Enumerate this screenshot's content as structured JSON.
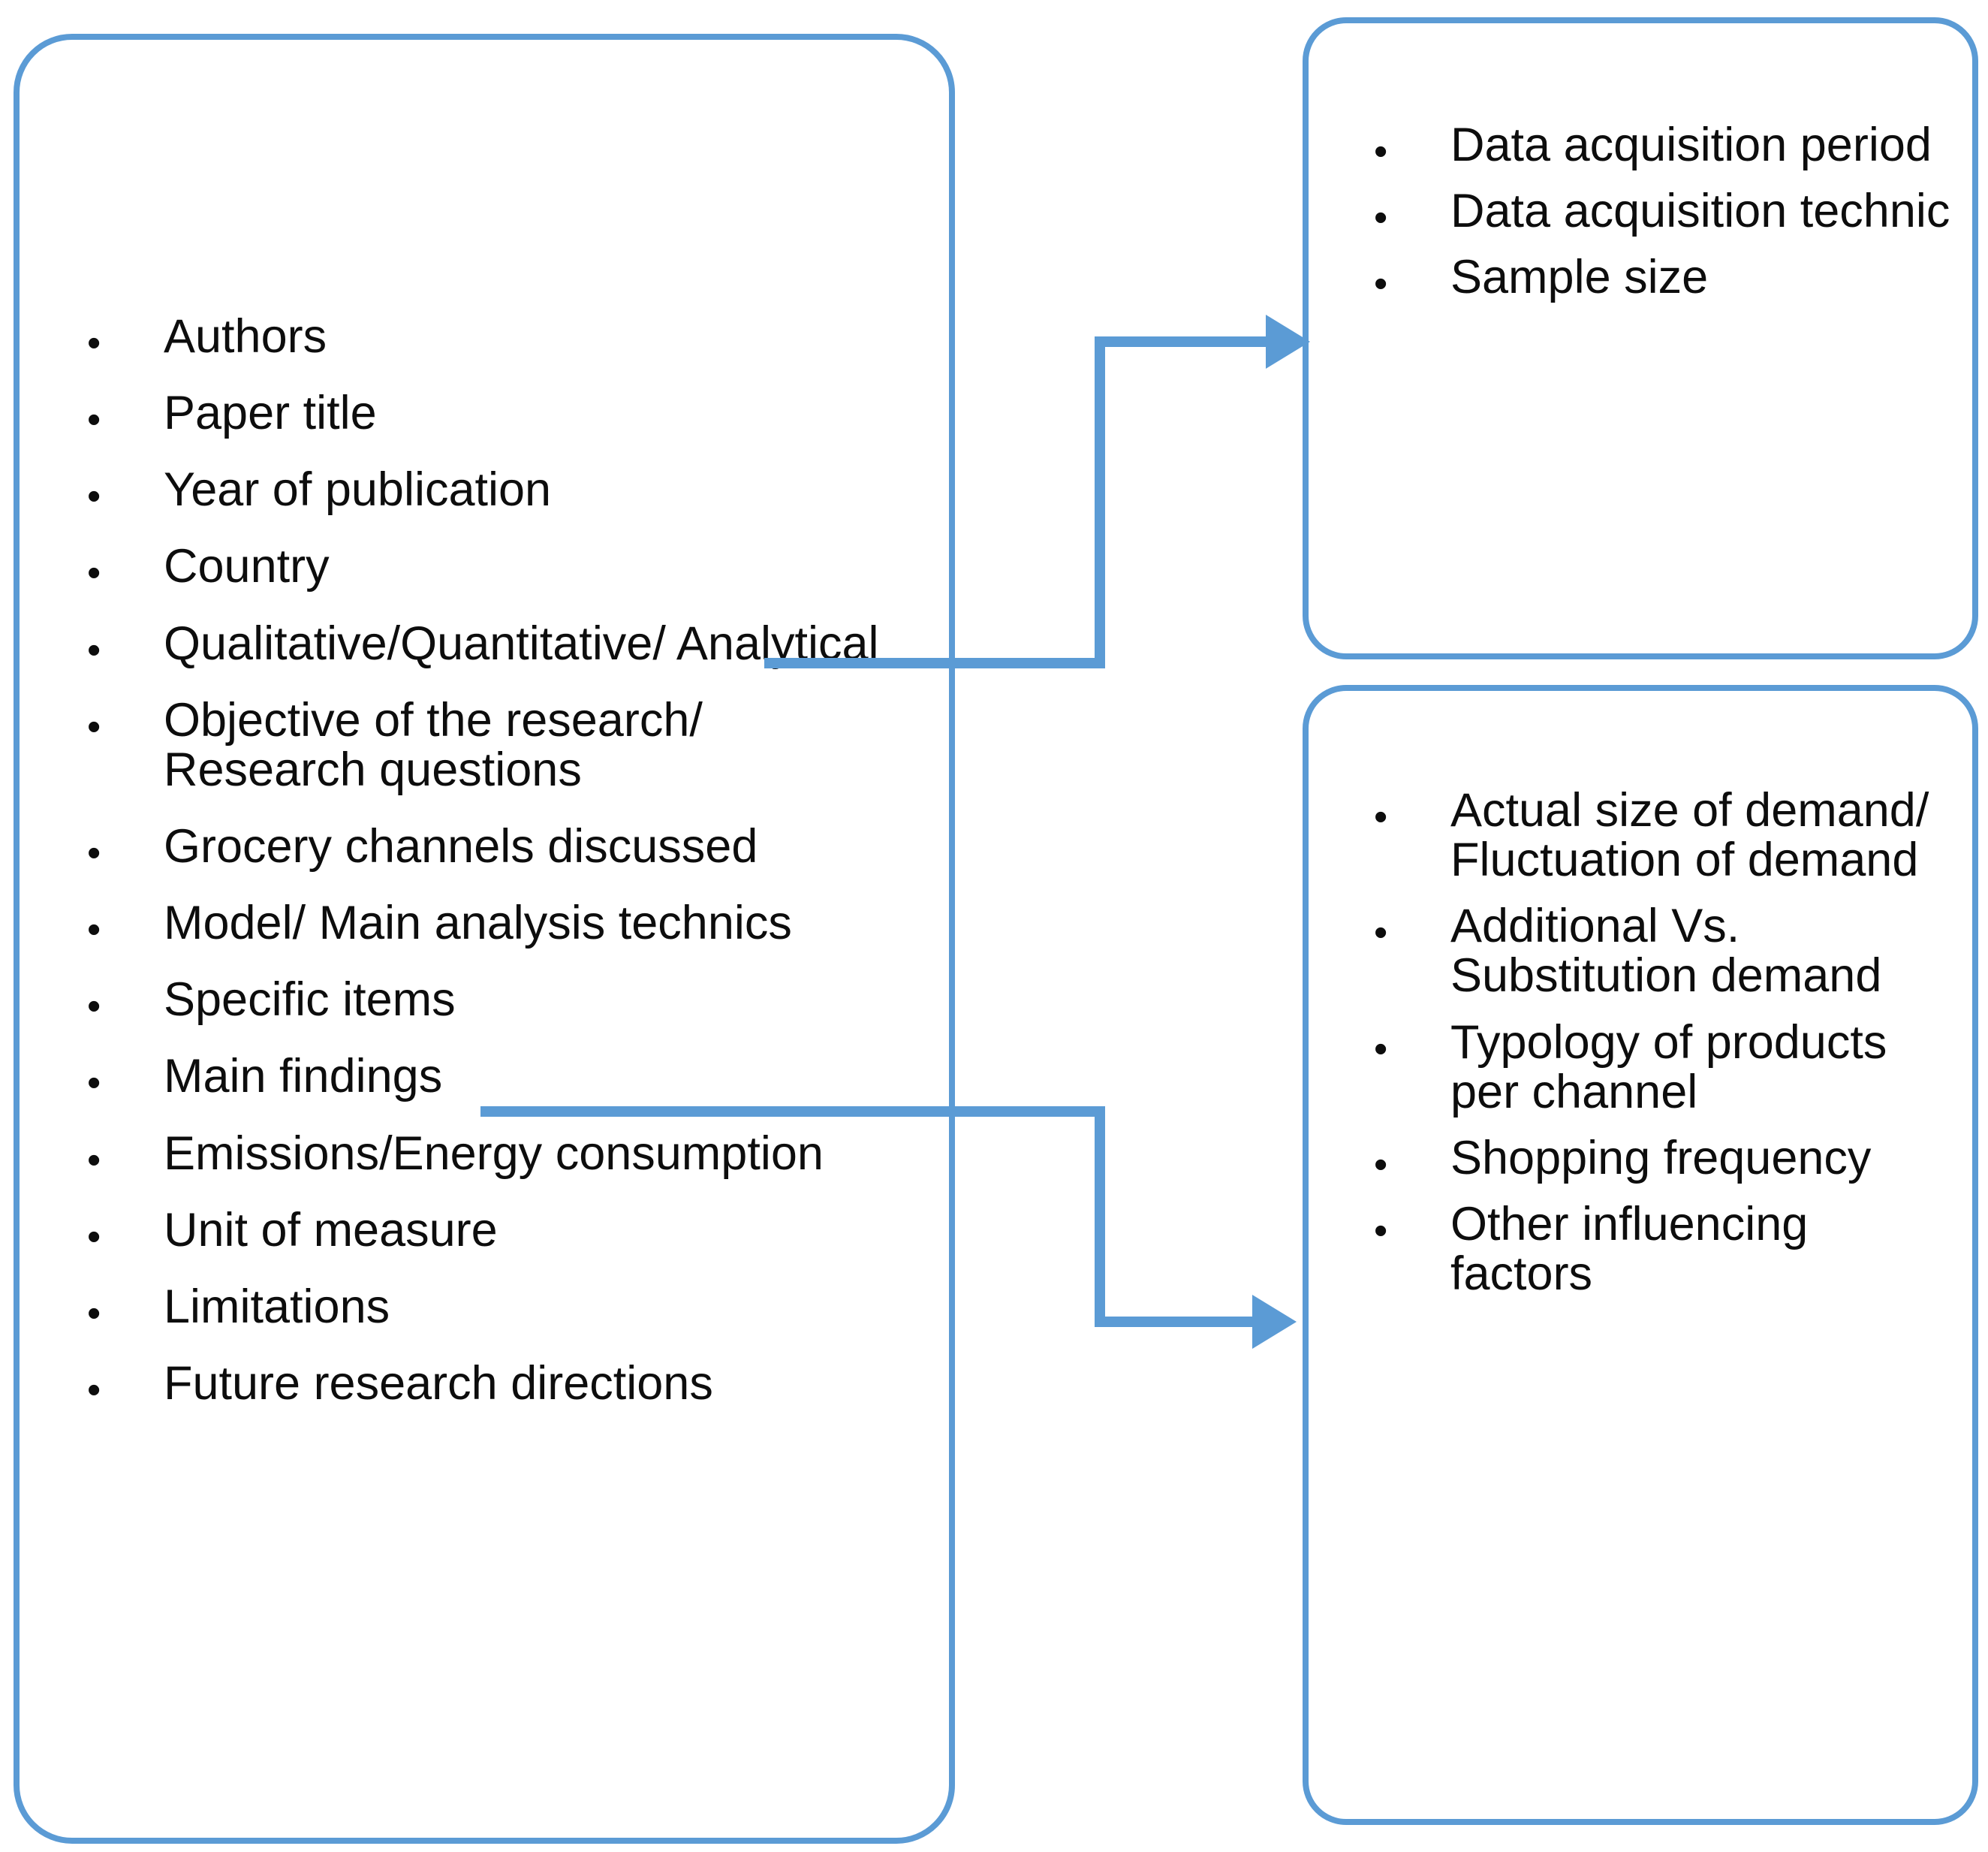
{
  "diagram": {
    "title": "Review data extraction framework",
    "accent_color": "#5B9BD5",
    "text_color": "#0D0D0D",
    "background_color": "#FFFFFF"
  },
  "boxes": {
    "main": {
      "name": "paper-attributes",
      "items": [
        "Authors",
        "Paper title",
        "Year of publication",
        "Country",
        "Qualitative/Quantitative/ Analytical",
        "Objective of the research/ Research questions",
        "Grocery channels discussed",
        "Model/ Main analysis technics",
        "Specific items",
        "Main findings",
        "Emissions/Energy consumption",
        "Unit of measure",
        "Limitations",
        "Future research directions"
      ]
    },
    "method": {
      "name": "methodology-details",
      "items": [
        "Data acquisition period",
        "Data acquisition technic",
        "Sample size"
      ]
    },
    "demand": {
      "name": "specific-item-details",
      "items": [
        "Actual size of demand/ Fluctuation of demand",
        "Additional Vs. Substitution demand",
        "Typology of products per channel",
        "Shopping frequency",
        "Other influencing factors"
      ]
    }
  },
  "connectors": [
    {
      "name": "qualitative-to-method",
      "from_item": "Qualitative/Quantitative/ Analytical",
      "to_box": "method"
    },
    {
      "name": "specific-items-to-demand",
      "from_item": "Specific items",
      "to_box": "demand"
    }
  ]
}
